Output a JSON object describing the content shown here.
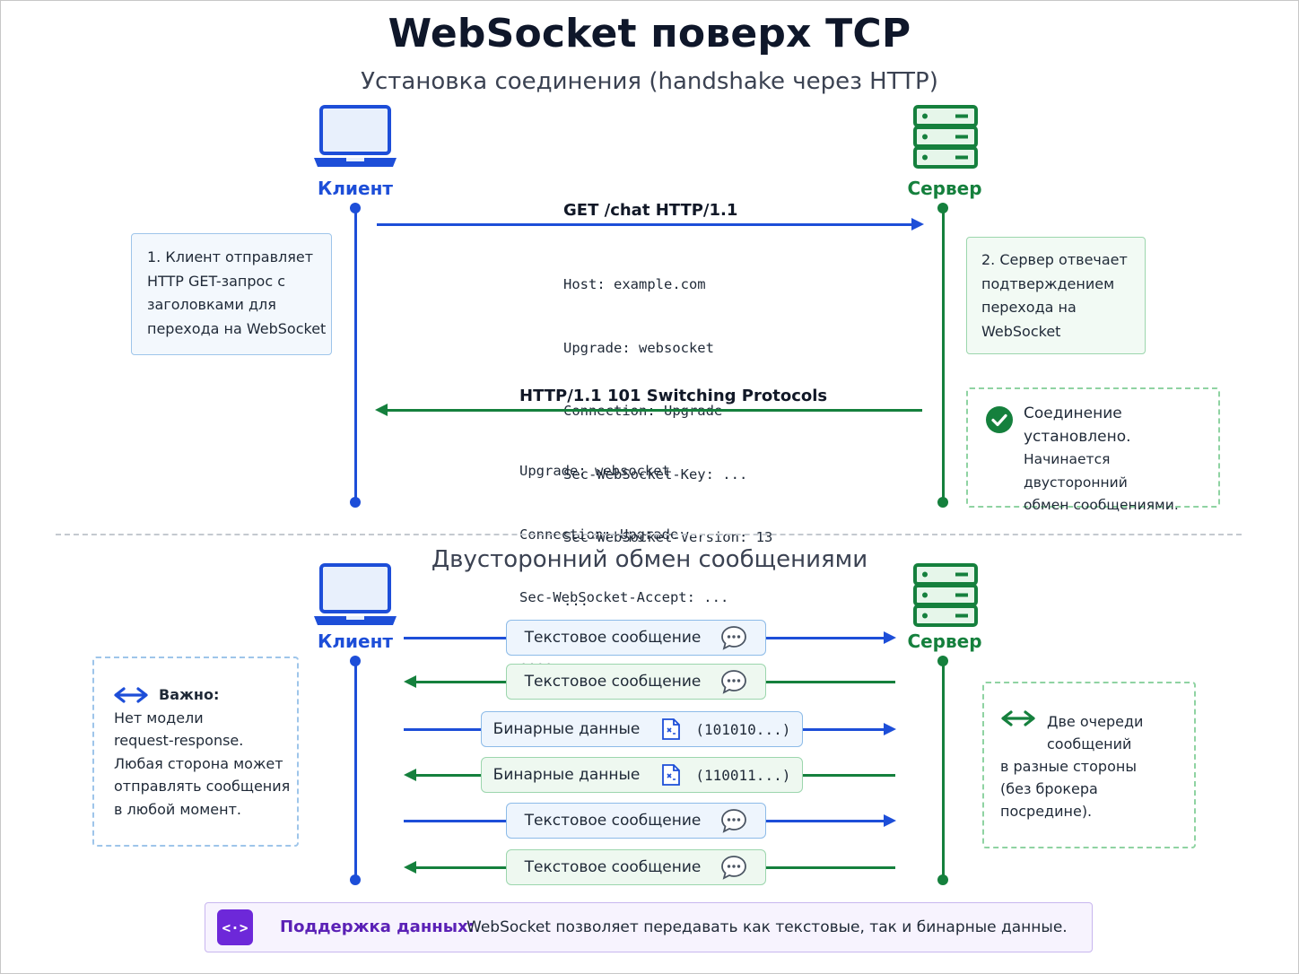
{
  "title": "WebSocket поверх TCP",
  "handshake": {
    "section_title": "Установка соединения (handshake через HTTP)",
    "client_label": "Клиент",
    "server_label": "Сервер",
    "request": {
      "title": "GET /chat HTTP/1.1",
      "headers": [
        "Host: example.com",
        "Upgrade: websocket",
        "Connection: Upgrade",
        "Sec-WebSocket-Key: ...",
        "Sec-WebSocket-Version: 13",
        "..."
      ]
    },
    "response": {
      "title": "HTTP/1.1 101 Switching Protocols",
      "headers": [
        "Upgrade: websocket",
        "Connection: Upgrade",
        "Sec-WebSocket-Accept: ...",
        "...."
      ]
    },
    "client_note": [
      "1. Клиент отправляет",
      "HTTP GET-запрос с",
      "заголовками для",
      "перехода на WebSocket"
    ],
    "server_note": [
      "2. Сервер отвечает",
      "подтверждением",
      "перехода на",
      "WebSocket"
    ],
    "established_note": [
      "Соединение",
      "установлено.",
      "Начинается двусторонний",
      "обмен сообщениями."
    ]
  },
  "exchange": {
    "section_title": "Двусторонний обмен сообщениями",
    "client_label": "Клиент",
    "server_label": "Сервер",
    "messages": [
      {
        "label": "Текстовое сообщение",
        "code": "",
        "direction": "right",
        "icon": "chat-bubble-icon"
      },
      {
        "label": "Текстовое сообщение",
        "code": "",
        "direction": "left",
        "icon": "chat-bubble-icon"
      },
      {
        "label": "Бинарные данные",
        "code": "(101010...)",
        "direction": "right",
        "icon": "binary-file-icon"
      },
      {
        "label": "Бинарные данные",
        "code": "(110011...)",
        "direction": "left",
        "icon": "binary-file-icon"
      },
      {
        "label": "Текстовое сообщение",
        "code": "",
        "direction": "right",
        "icon": "chat-bubble-icon"
      },
      {
        "label": "Текстовое сообщение",
        "code": "",
        "direction": "left",
        "icon": "chat-bubble-icon"
      }
    ],
    "important_note": {
      "heading": "Важно:",
      "lines": [
        "Нет модели",
        "request-response.",
        "Любая сторона может",
        "отправлять сообщения",
        "в любой момент."
      ]
    },
    "queues_note": {
      "lines_first": [
        "Две очереди",
        "сообщений"
      ],
      "lines_rest": [
        "в разные стороны",
        "(без брокера",
        "посредине)."
      ]
    }
  },
  "support_bar": {
    "icon_text": "<·>",
    "label": "Поддержка данных:",
    "text": "WebSocket позволяет передавать как текстовые, так и бинарные данные."
  },
  "colors": {
    "client": "#1d4ed8",
    "server": "#15803d",
    "accent": "#6d28d9"
  }
}
